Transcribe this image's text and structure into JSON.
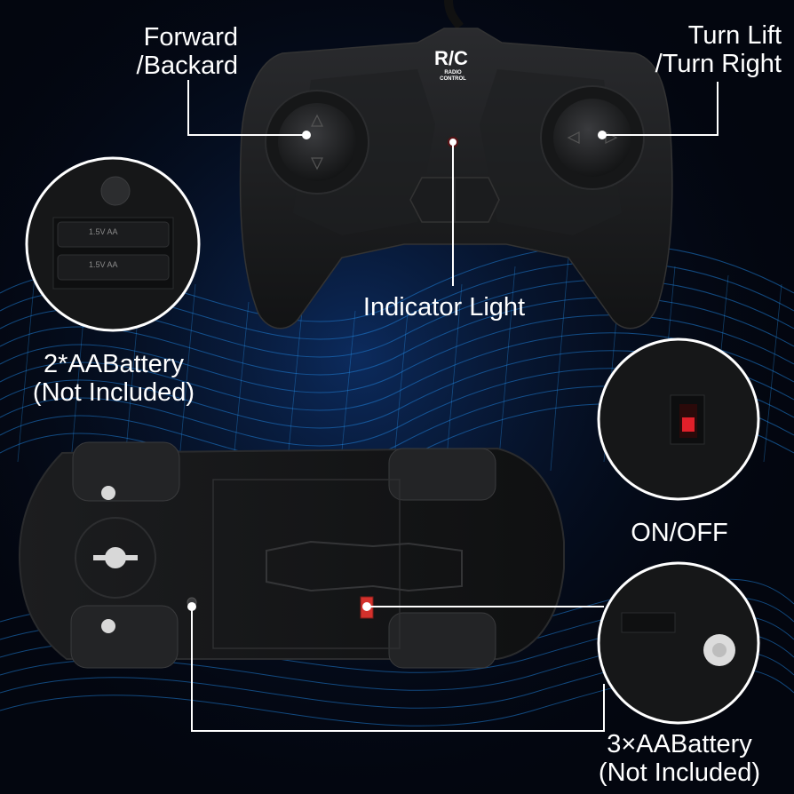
{
  "controller": {
    "logo_main": "R/C",
    "logo_sub_1": "RADIO",
    "logo_sub_2": "CONTROL"
  },
  "labels": {
    "forward_backward": [
      "Forward",
      "/Backard"
    ],
    "turn": [
      "Turn Lift",
      "/Turn Right"
    ],
    "indicator": "Indicator Light",
    "controller_battery": [
      "2*AABattery",
      "(Not Included)"
    ],
    "power_switch": "ON/OFF",
    "car_battery": [
      "3×AABattery",
      "(Not Included)"
    ]
  },
  "battery_box": {
    "cell_1": "1.5V   AA",
    "cell_2": "1.5V   AA"
  },
  "colors": {
    "background": "#03060f",
    "mesh": "#1e7fd8",
    "controller": "#1a1b1d",
    "indicator_led": "#e0202a",
    "switch": "#d4312c",
    "callout_line": "#ffffff"
  }
}
